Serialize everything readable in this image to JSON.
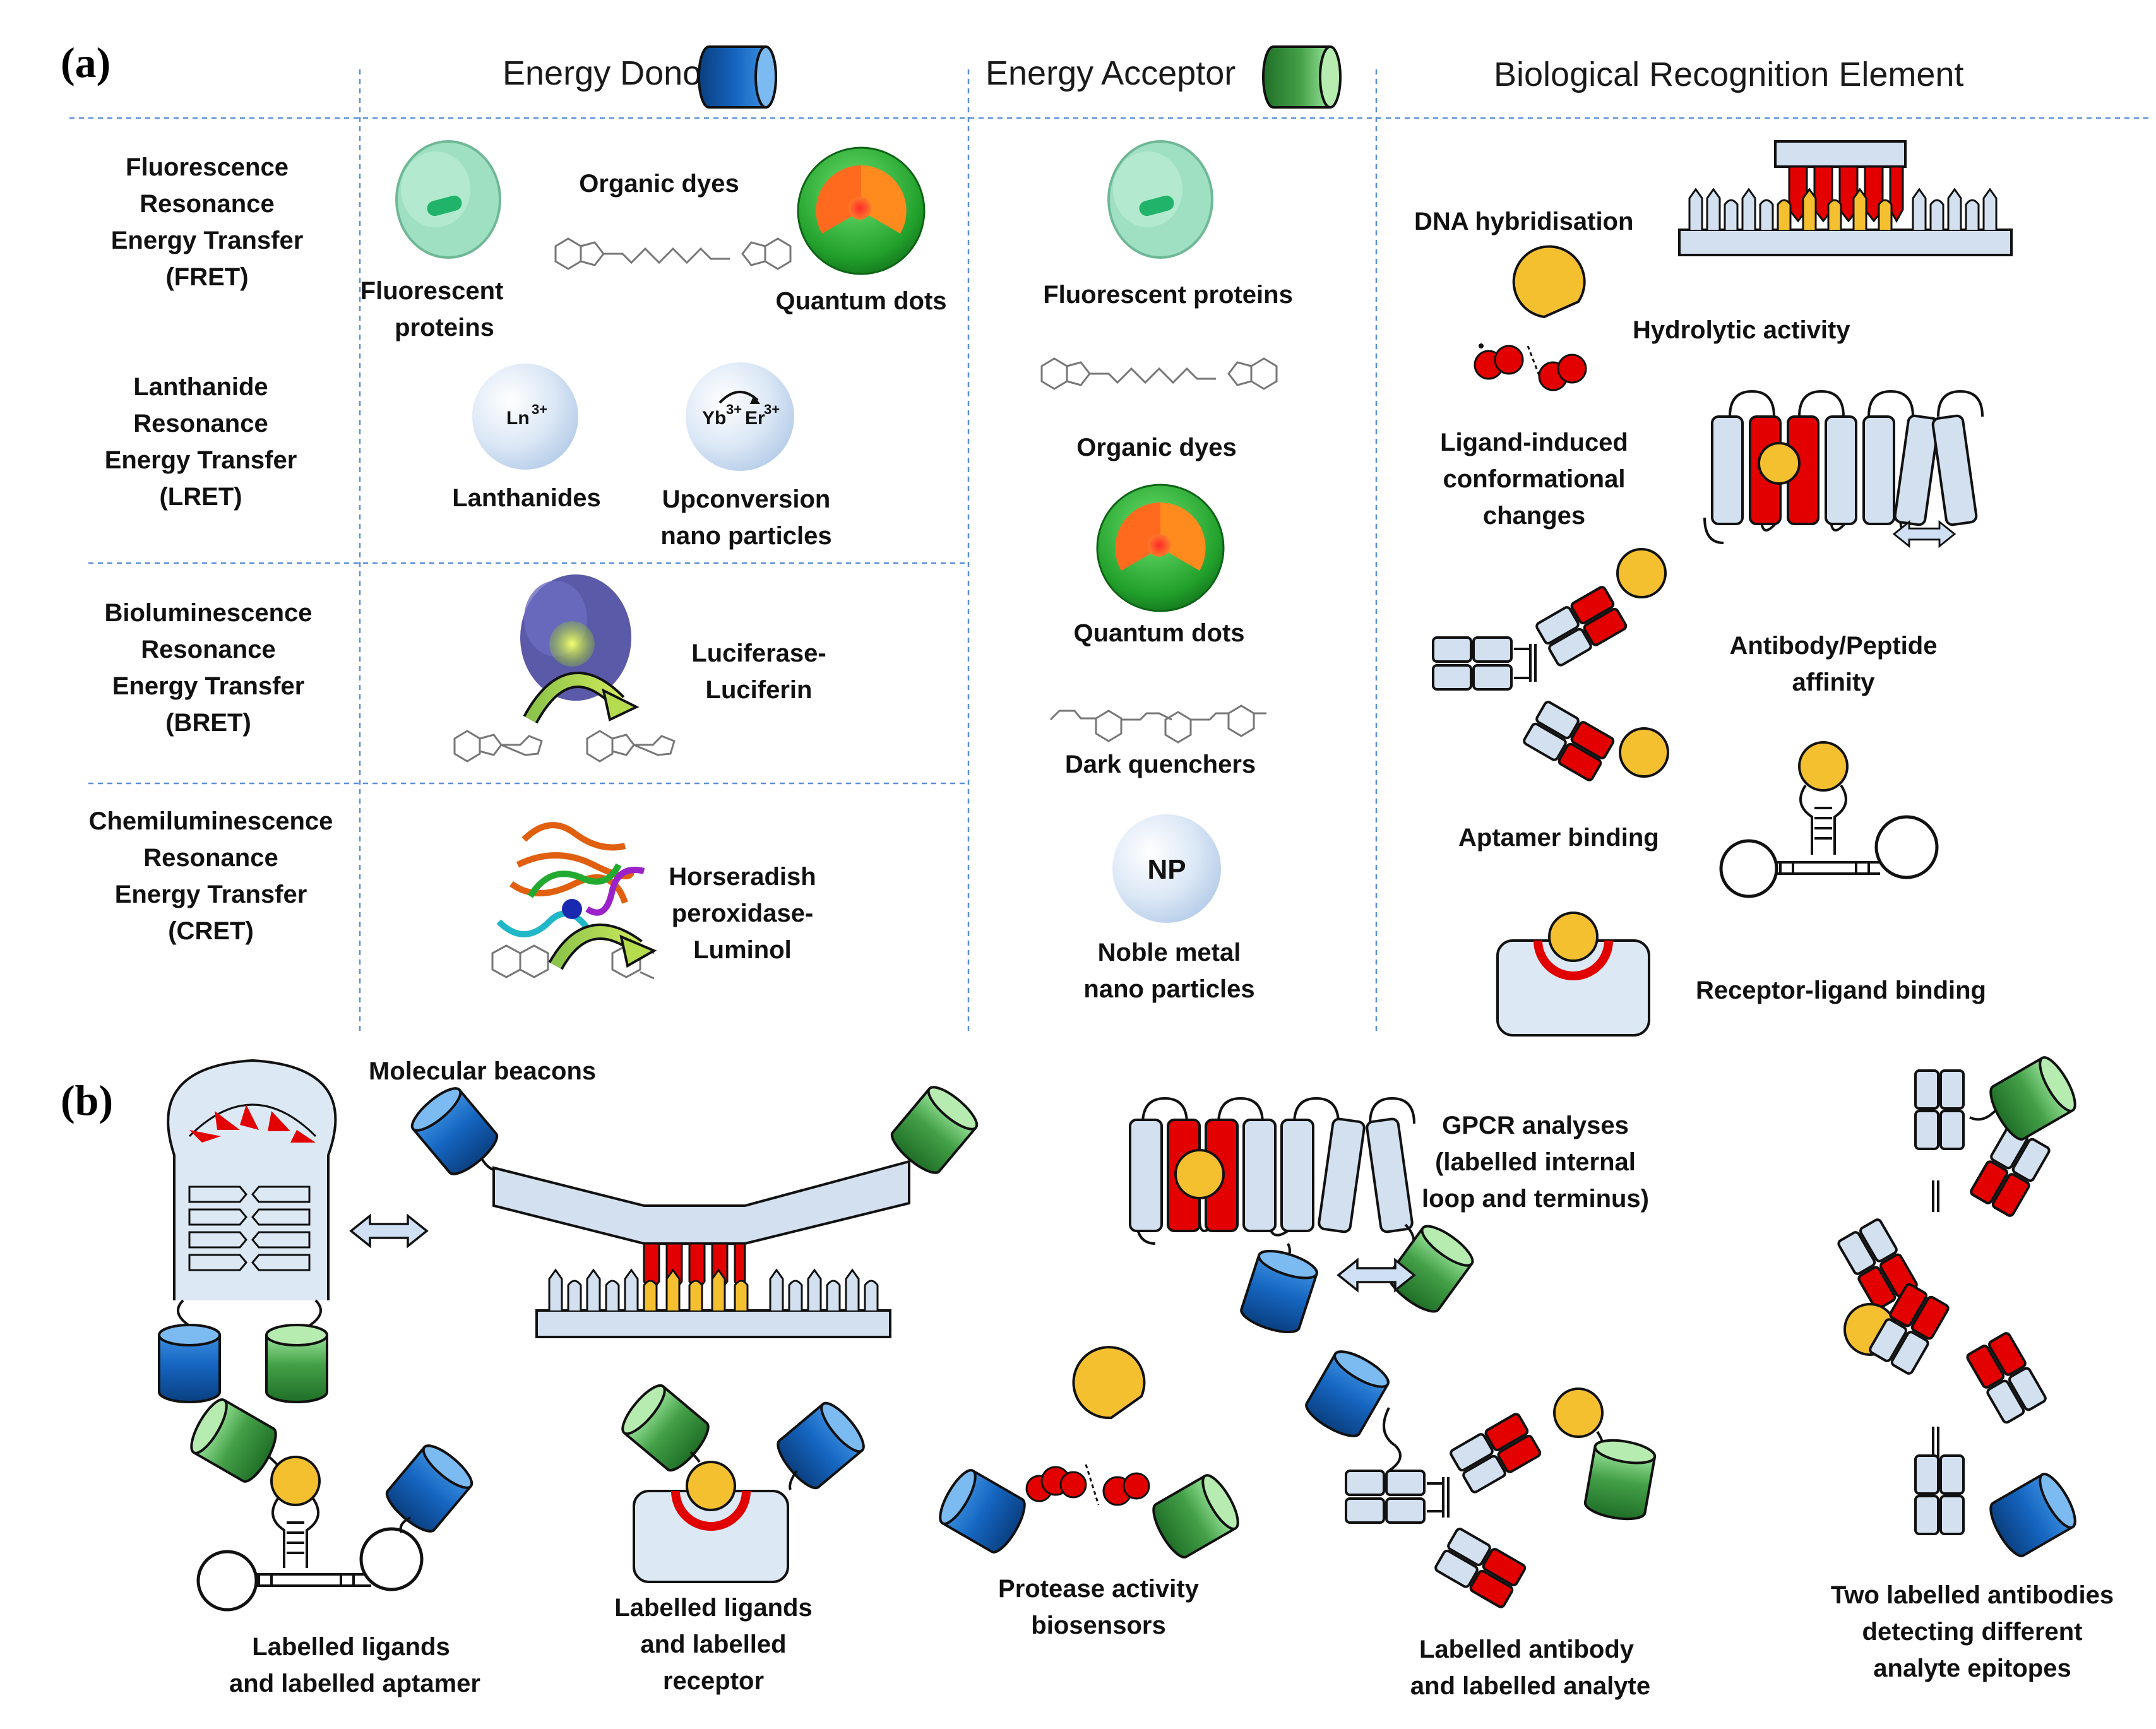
{
  "panels": {
    "a": "(a)",
    "b": "(b)"
  },
  "headers": {
    "donor": "Energy Donor",
    "acceptor": "Energy Acceptor",
    "recognition": "Biological Recognition Element"
  },
  "techniques": {
    "fret": [
      "Fluorescence",
      "Resonance",
      "Energy Transfer",
      "(FRET)"
    ],
    "lret": [
      "Lanthanide",
      "Resonance",
      "Energy Transfer",
      "(LRET)"
    ],
    "bret": [
      "Bioluminescence",
      "Resonance",
      "Energy Transfer",
      "(BRET)"
    ],
    "cret": [
      "Chemiluminescence",
      "Resonance",
      "Energy Transfer",
      "(CRET)"
    ]
  },
  "donors": {
    "organic_dyes": "Organic dyes",
    "fluorescent_proteins": [
      "Fluorescent",
      "proteins"
    ],
    "quantum_dots": "Quantum dots",
    "ln_symbol": "Ln",
    "ln_charge": "3+",
    "yb_symbol": "Yb",
    "yb_charge": "3+",
    "er_symbol": "Er",
    "er_charge": "3+",
    "lanthanides": "Lanthanides",
    "upconversion": [
      "Upconversion",
      "nano particles"
    ],
    "luciferase": [
      "Luciferase-",
      "Luciferin"
    ],
    "hrp": [
      "Horseradish",
      "peroxidase-",
      "Luminol"
    ]
  },
  "acceptors": {
    "fluorescent_proteins": "Fluorescent proteins",
    "organic_dyes": "Organic dyes",
    "quantum_dots": "Quantum dots",
    "dark_quenchers": "Dark quenchers",
    "np_symbol": "NP",
    "noble_metal": [
      "Noble metal",
      "nano particles"
    ]
  },
  "recognition": {
    "dna": "DNA hybridisation",
    "hydrolytic": "Hydrolytic activity",
    "ligand_induced": [
      "Ligand-induced",
      "conformational",
      "changes"
    ],
    "antibody": [
      "Antibody/Peptide",
      "affinity"
    ],
    "aptamer": "Aptamer binding",
    "receptor": "Receptor-ligand binding"
  },
  "panel_b": {
    "molecular_beacons": "Molecular beacons",
    "gpcr": [
      "GPCR analyses",
      "(labelled internal",
      "loop and terminus)"
    ],
    "aptamer_label": [
      "Labelled ligands",
      "and labelled aptamer"
    ],
    "receptor_label": [
      "Labelled ligands",
      "and labelled",
      "receptor"
    ],
    "protease_label": [
      "Protease activity",
      "biosensors"
    ],
    "antibody_label": [
      "Labelled antibody",
      "and labelled analyte"
    ],
    "two_antibodies_label": [
      "Two labelled antibodies",
      "detecting different",
      "analyte epitopes"
    ]
  },
  "colors": {
    "donor_blue": "#1565c0",
    "acceptor_green": "#43a047",
    "red": "#e00000",
    "yellow": "#f5c030",
    "light_blue": "#d3e0f0",
    "divider": "#5b8fd6"
  }
}
